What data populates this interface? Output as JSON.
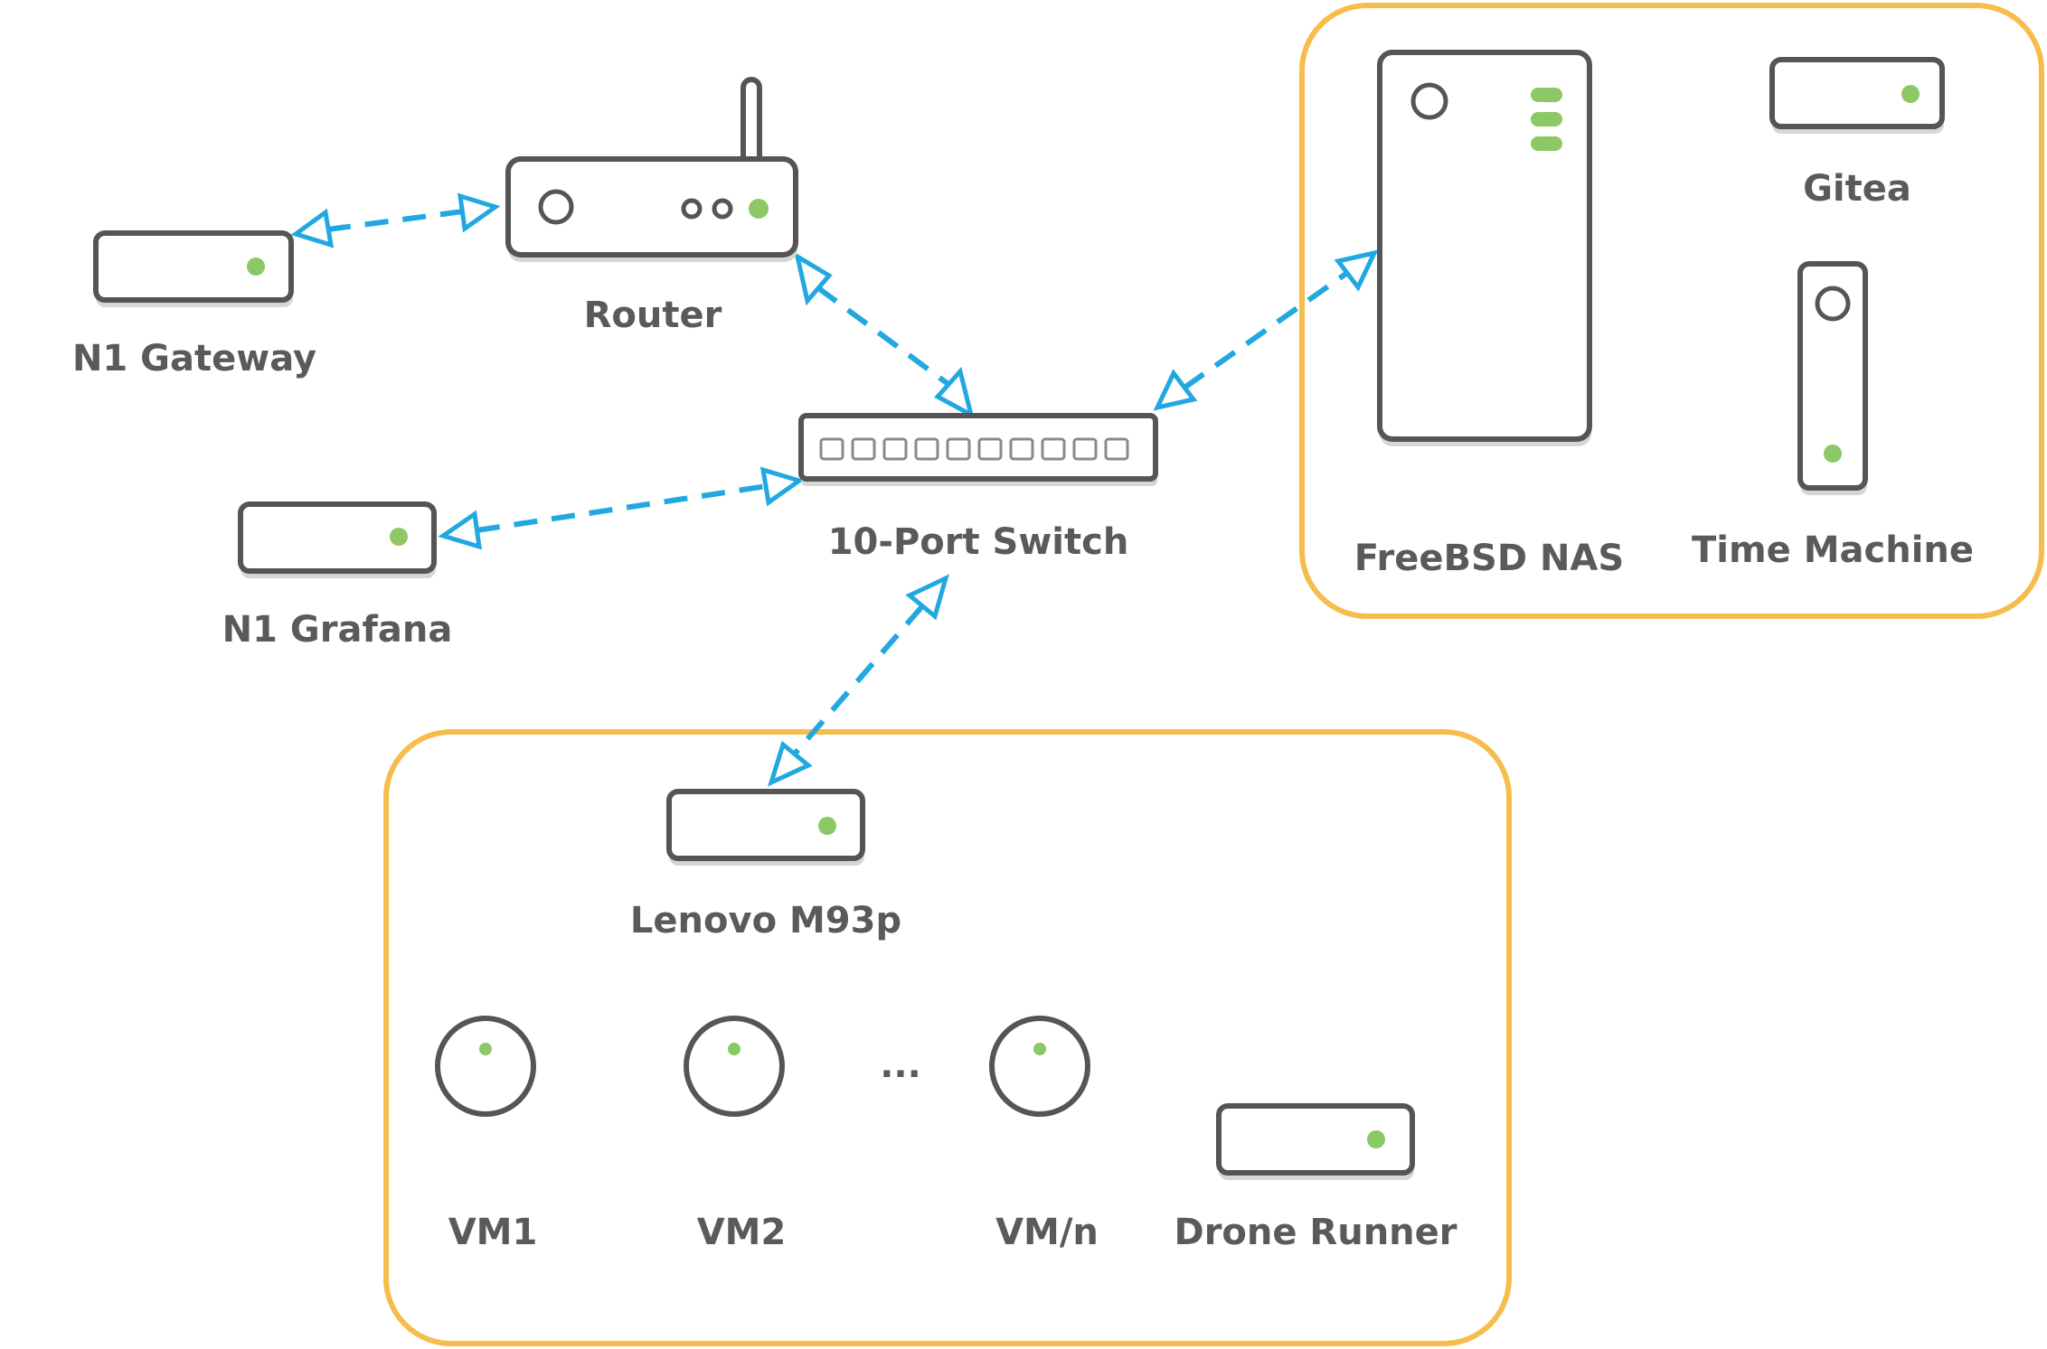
{
  "nodes": {
    "n1_gateway": "N1 Gateway",
    "router": "Router",
    "switch": "10-Port Switch",
    "n1_grafana": "N1 Grafana",
    "freebsd_nas": "FreeBSD NAS",
    "gitea": "Gitea",
    "time_machine": "Time Machine",
    "lenovo": "Lenovo M93p",
    "vm1": "VM1",
    "vm2": "VM2",
    "ellipsis": "...",
    "vmn": "VM/n",
    "drone_runner": "Drone Runner"
  },
  "colors": {
    "device_outline": "#555555",
    "status_led": "#8cc866",
    "link": "#22a8e0",
    "group_border": "#f6bd4c",
    "label_text": "#5a5a5a"
  }
}
